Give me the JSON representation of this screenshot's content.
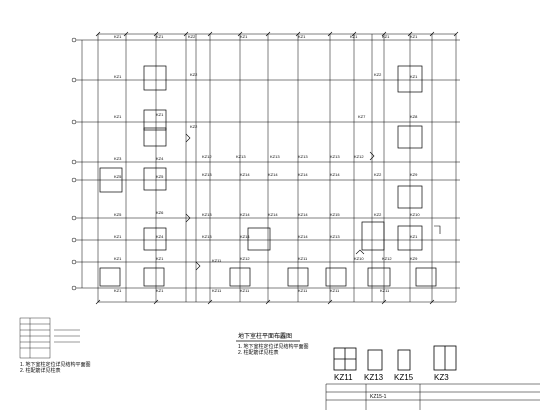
{
  "drawing": {
    "title": "地下室柱平面布置图",
    "title_scale": "1:100",
    "footer_text": "KZ15-1"
  },
  "column_labels": {
    "kz1": "KZ1",
    "kz2": "KZ2",
    "kz3": "KZ3",
    "kz4": "KZ4",
    "kz5": "KZ5",
    "kz6": "KZ6",
    "kz7": "KZ7",
    "kz8": "KZ8",
    "kz9": "KZ9",
    "kz10": "KZ10",
    "kz11": "KZ11",
    "kz12": "KZ12",
    "kz13": "KZ13",
    "kz14": "KZ14",
    "kz15": "KZ15"
  },
  "details": [
    {
      "caption": "KZ11"
    },
    {
      "caption": "KZ13"
    },
    {
      "caption": "KZ15"
    },
    {
      "caption": "KZ3"
    }
  ],
  "notes": [
    "1. 地下室柱定位详见结构平面图",
    "2. 柱配筋详见柱表"
  ],
  "colors": {
    "line": "#000000",
    "background": "#ffffff"
  }
}
